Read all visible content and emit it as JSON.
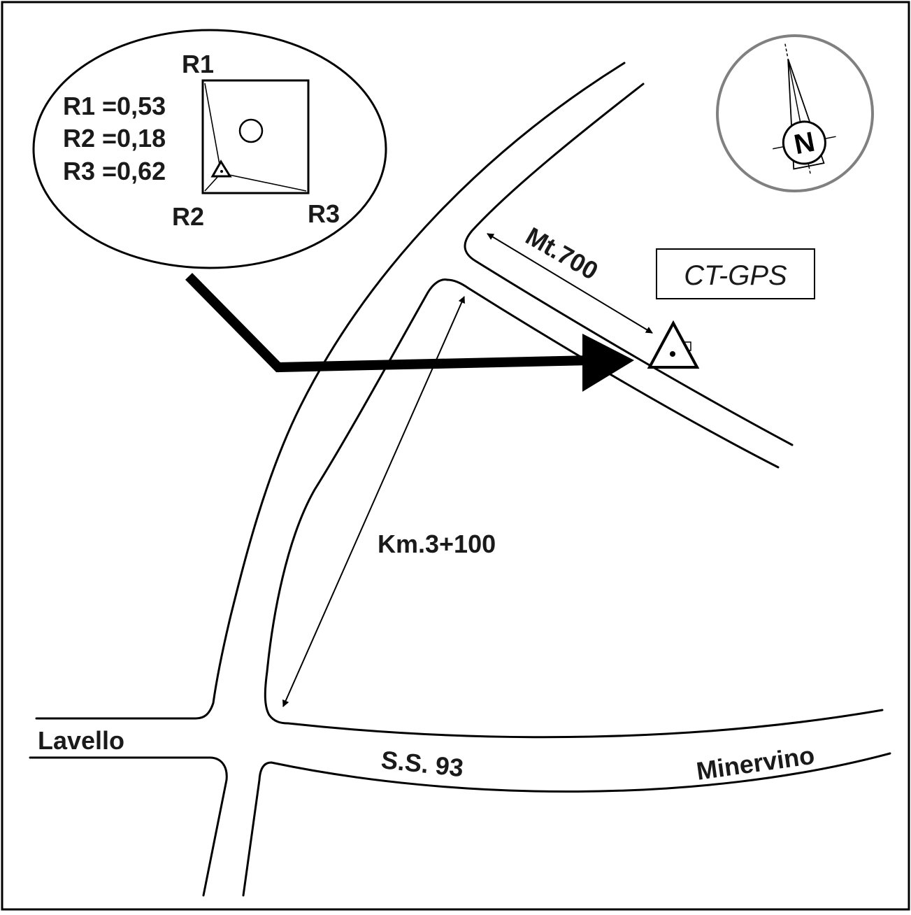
{
  "inset": {
    "values": [
      "R1 =0,53",
      "R2 =0,18",
      "R3 =0,62"
    ],
    "corner_labels": {
      "r1": "R1",
      "r2": "R2",
      "r3": "R3"
    }
  },
  "distances": {
    "short": "Mt.700",
    "long": "Km.3+100"
  },
  "station": {
    "name": "CT-GPS"
  },
  "places": {
    "west": "Lavello",
    "east": "Minervino",
    "road": "S.S. 93"
  },
  "compass": {
    "north": "N"
  },
  "colors": {
    "ink": "#000000",
    "label": "#1a1a1a",
    "compass_ring": "#808080",
    "background": "#ffffff"
  }
}
